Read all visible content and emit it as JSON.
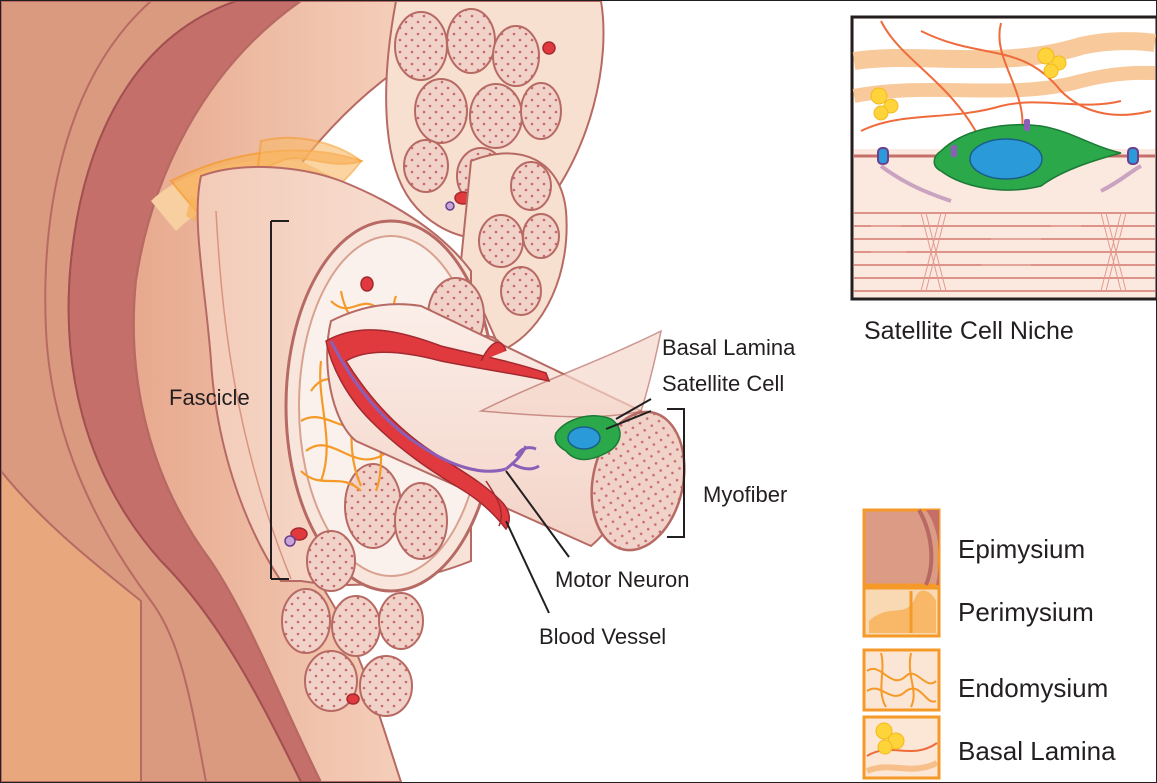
{
  "labels": {
    "basal_lamina": "Basal Lamina",
    "satellite_cell": "Satellite Cell",
    "fascicle": "Fascicle",
    "myofiber": "Myofiber",
    "motor_neuron": "Motor Neuron",
    "blood_vessel": "Blood Vessel"
  },
  "inset": {
    "title": "Satellite Cell Niche"
  },
  "legend": [
    {
      "name": "Epimysium"
    },
    {
      "name": "Perimysium"
    },
    {
      "name": "Endomysium"
    },
    {
      "name": "Basal Lamina"
    }
  ],
  "colors": {
    "epimysium": "#dc9b84",
    "perimysium": "#f7cfa0",
    "endomysium": "#f59a28",
    "fiber": "#f6ddd3",
    "blood_vessel": "#e03a3e",
    "motor_neuron": "#8b5fb8",
    "satellite_cell": "#2aa84a",
    "nucleus": "#2a9ad8",
    "basal_lamina_spot": "#ffd43a"
  }
}
